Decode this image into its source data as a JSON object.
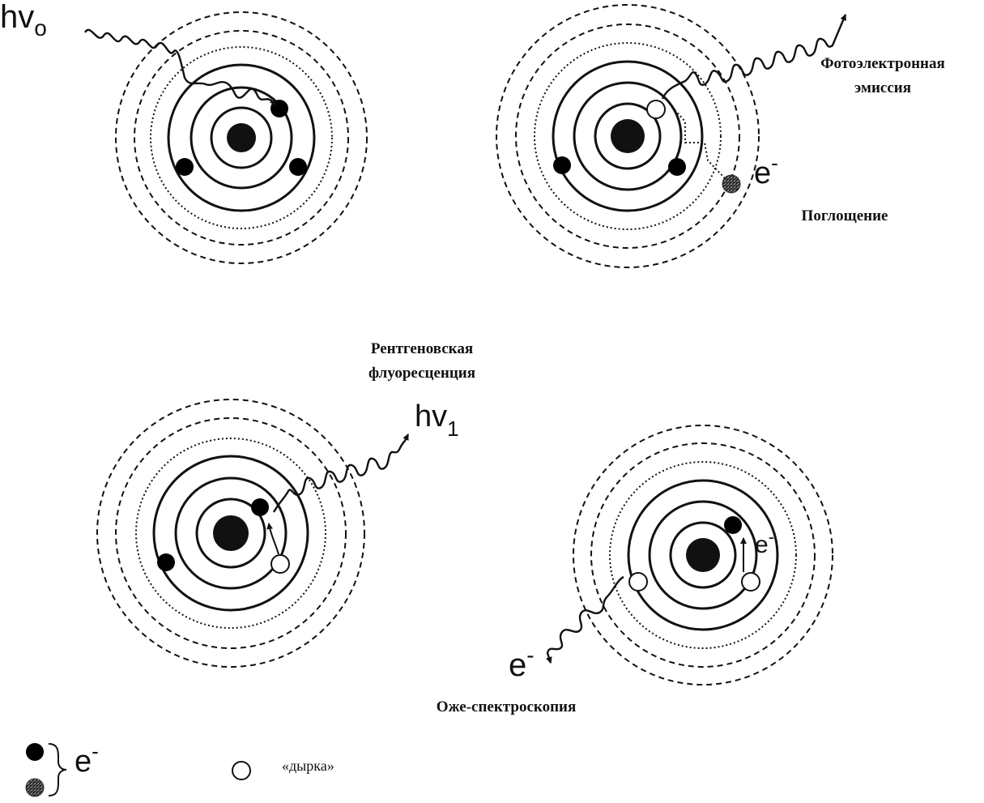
{
  "labels": {
    "hv0_main": "hv",
    "hv0_sub": "o",
    "photoemission_line1": "Фотоэлектронная",
    "photoemission_line2": "эмиссия",
    "electron_top": "e",
    "electron_sup": "-",
    "absorption": "Поглощение",
    "fluorescence_line1": "Рентгеновская",
    "fluorescence_line2": "флуоресценция",
    "hv1_main": "hv",
    "hv1_sub": "1",
    "auger_electron": "e",
    "auger_electron_sup": "-",
    "incident_electron": "e",
    "incident_electron_sup": "-",
    "auger": "Оже-спектроскопия"
  },
  "legend": {
    "electron": "e",
    "electron_sup": "-",
    "hole": "«дырка»"
  },
  "colors": {
    "ink": "#111111",
    "electron_fill": "#000000",
    "hole_fill": "#ffffff",
    "hatched_fill": "#555555"
  }
}
